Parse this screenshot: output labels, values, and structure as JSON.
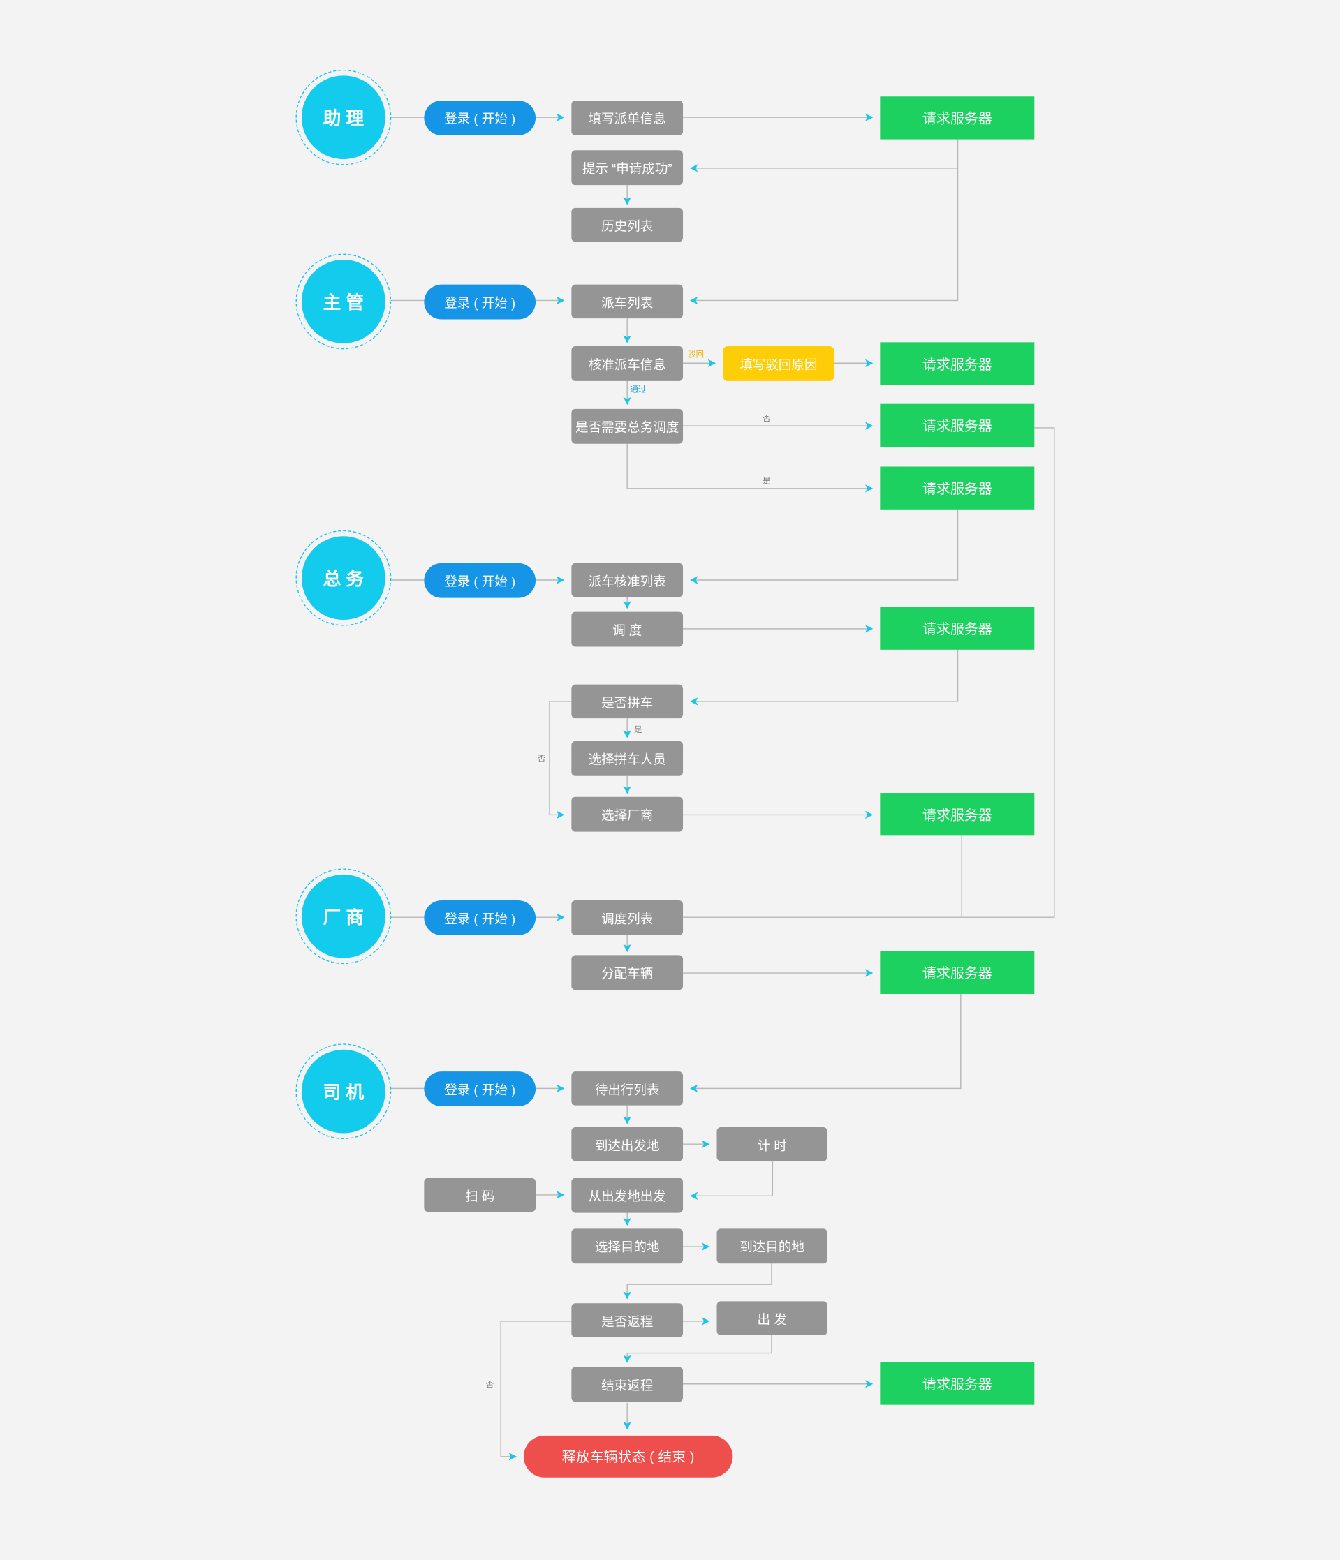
{
  "roles": {
    "assistant": "助 理",
    "supervisor": "主 管",
    "general_affairs": "总 务",
    "vendor": "厂 商",
    "driver": "司 机"
  },
  "login_label": "登录 ( 开始 )",
  "server_label": "请求服务器",
  "steps": {
    "fill_dispatch": "填写派单信息",
    "prompt_success": "提示 “申请成功”",
    "history_list": "历史列表",
    "dispatch_list": "派车列表",
    "verify_dispatch": "核准派车信息",
    "fill_reject_reason": "填写驳回原因",
    "need_ga_schedule": "是否需要总务调度",
    "approved_list": "派车核准列表",
    "schedule": "调 度",
    "carpool_q": "是否拼车",
    "select_carpool": "选择拼车人员",
    "select_vendor": "选择厂商",
    "schedule_list": "调度列表",
    "assign_vehicle": "分配车辆",
    "pending_trips": "待出行列表",
    "arrive_origin": "到达出发地",
    "timer": "计 时",
    "scan_code": "扫 码",
    "depart_origin": "从出发地出发",
    "select_destination": "选择目的地",
    "arrive_destination": "到达目的地",
    "return_q": "是否返程",
    "depart": "出 发",
    "end_return": "结束返程",
    "release_end": "释放车辆状态 ( 结束 )"
  },
  "edge_labels": {
    "reject": "驳回",
    "pass": "通过",
    "no": "否",
    "yes": "是"
  },
  "colors": {
    "role_circle": "#13cbec",
    "login_pill": "#1695e6",
    "step_box": "#959595",
    "server_box": "#1dd161",
    "reject_box": "#fdcd07",
    "end_pill": "#ef4f4c",
    "connector": "#b8b8b8",
    "arrowhead": "#19c6ea",
    "background": "#f4f3f3"
  }
}
